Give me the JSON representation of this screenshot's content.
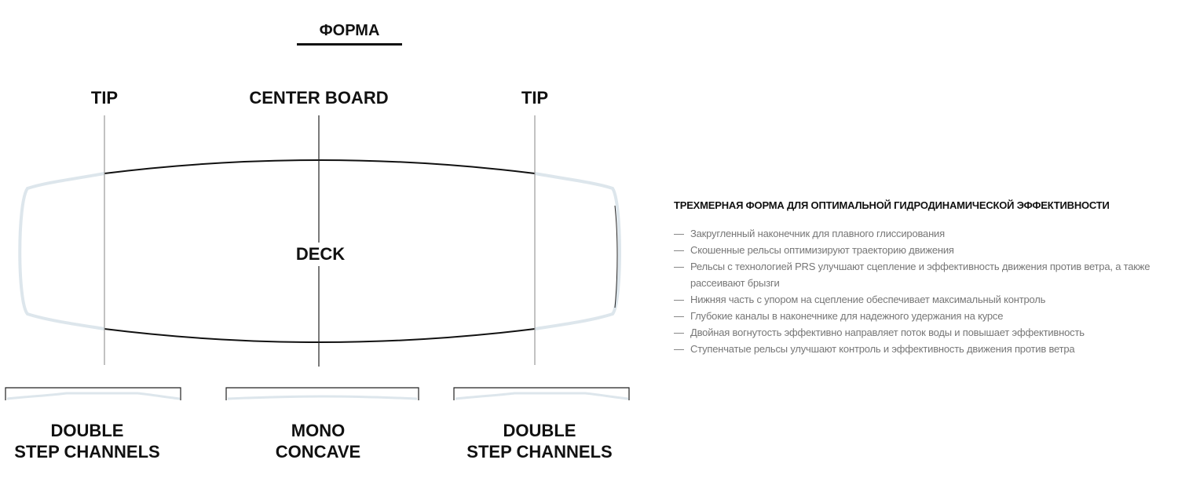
{
  "diagram": {
    "title": "ФОРМА",
    "tip_left": "TIP",
    "center": "CENTER BOARD",
    "tip_right": "TIP",
    "deck": "DECK",
    "bottom_left": [
      "DOUBLE",
      "STEP CHANNELS"
    ],
    "bottom_center": [
      "MONO",
      "CONCAVE"
    ],
    "bottom_right": [
      "DOUBLE",
      "STEP CHANNELS"
    ]
  },
  "colors": {
    "outline_dark": "#111111",
    "outline_light": "#dde6ec",
    "guide_line": "#999999",
    "text_muted": "#777777"
  },
  "features": {
    "heading": "ТРЕХМЕРНАЯ ФОРМА ДЛЯ ОПТИМАЛЬНОЙ ГИДРОДИНАМИЧЕСКОЙ ЭФФЕКТИВНОСТИ",
    "dash": "—",
    "items": [
      "Закругленный наконечник для плавного глиссирования",
      "Скошенные рельсы оптимизируют траекторию движения",
      "Рельсы с технологией PRS улучшают сцепление и эффективность движения против ветра, а также рассеивают брызги",
      "Нижняя часть с упором на сцепление обеспечивает максимальный контроль",
      "Глубокие каналы в наконечнике для надежного удержания на курсе",
      "Двойная вогнутость эффективно направляет поток воды и повышает эффективность",
      "Ступенчатые рельсы улучшают контроль и эффективность движения против ветра"
    ]
  }
}
